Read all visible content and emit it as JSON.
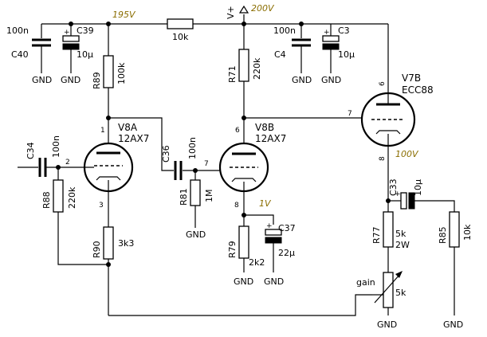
{
  "voltages": {
    "b195": "195V",
    "b200": "200V",
    "v100": "100V",
    "v1": "1V"
  },
  "supply_label": "V+",
  "gnd": "GND",
  "gain_label": "gain",
  "plus": "+",
  "pins": {
    "p1": "1",
    "p2": "2",
    "p3": "3",
    "p6a": "6",
    "p7a": "7",
    "p8a": "8",
    "p6b": "6",
    "p7b": "7",
    "p8b": "8"
  },
  "tubes": {
    "v8a": {
      "name": "V8A",
      "type": "12AX7"
    },
    "v8b": {
      "name": "V8B",
      "type": "12AX7"
    },
    "v7b": {
      "name": "V7B",
      "type": "ECC88"
    }
  },
  "components": {
    "c40": {
      "ref": "C40",
      "value": "100n"
    },
    "c39": {
      "ref": "C39",
      "value": "10µ"
    },
    "r10k": {
      "value": "10k"
    },
    "c4": {
      "ref": "C4",
      "value": "100n"
    },
    "c3": {
      "ref": "C3",
      "value": "10µ"
    },
    "r89": {
      "ref": "R89",
      "value": "100k"
    },
    "r71": {
      "ref": "R71",
      "value": "220k"
    },
    "c34": {
      "ref": "C34",
      "value": "100n"
    },
    "c36": {
      "ref": "C36",
      "value": "100n"
    },
    "r88": {
      "ref": "R88",
      "value": "220k"
    },
    "r81": {
      "ref": "R81",
      "value": "1M"
    },
    "r90": {
      "ref": "R90",
      "value": "3k3"
    },
    "r79": {
      "ref": "R79",
      "value": "2k2"
    },
    "c37": {
      "ref": "C37",
      "value": "22µ"
    },
    "c33": {
      "ref": "C33",
      "value": "10µ"
    },
    "r77": {
      "ref": "R77",
      "value": "5k",
      "power": "2W"
    },
    "r85": {
      "ref": "R85",
      "value": "10k"
    },
    "pot": {
      "value": "5k"
    }
  }
}
